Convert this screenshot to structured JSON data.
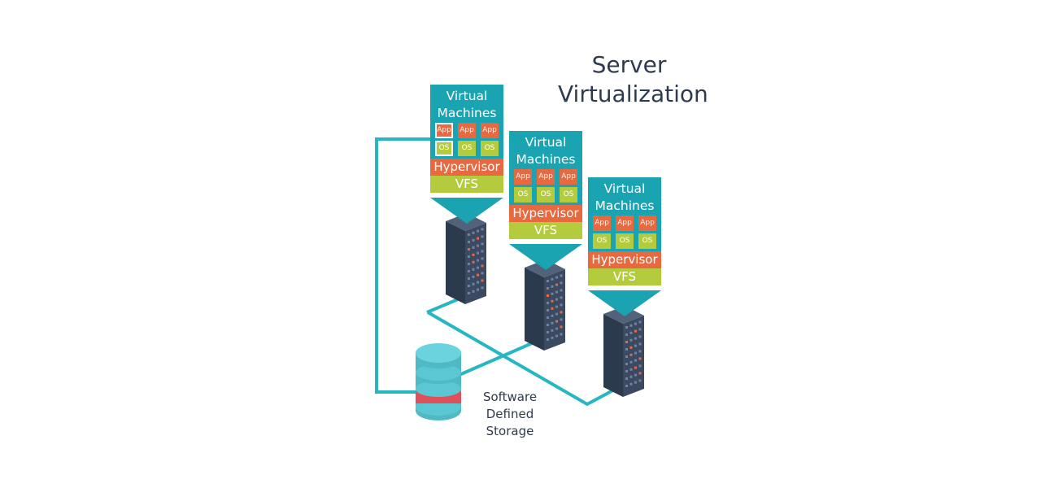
{
  "title": "Server\nVirtualization",
  "storage_label": "Software\nDefined\nStorage",
  "colors": {
    "teal": "#1aa3b1",
    "orange": "#e8683f",
    "lime": "#b5cb3e",
    "dark_blue": "#2e3b4e",
    "link": "#27b7c3",
    "disk": "#5ac7d2",
    "disk_band": "#e0505b"
  },
  "stacks": [
    {
      "heading": "Virtual\nMachines",
      "vms": [
        {
          "app": "App",
          "os": "OS"
        },
        {
          "app": "App",
          "os": "OS"
        },
        {
          "app": "App",
          "os": "OS"
        }
      ],
      "hypervisor": "Hypervisor",
      "vfs": "VFS"
    },
    {
      "heading": "Virtual\nMachines",
      "vms": [
        {
          "app": "App",
          "os": "OS"
        },
        {
          "app": "App",
          "os": "OS"
        },
        {
          "app": "App",
          "os": "OS"
        }
      ],
      "hypervisor": "Hypervisor",
      "vfs": "VFS"
    },
    {
      "heading": "Virtual\nMachines",
      "vms": [
        {
          "app": "App",
          "os": "OS"
        },
        {
          "app": "App",
          "os": "OS"
        },
        {
          "app": "App",
          "os": "OS"
        }
      ],
      "hypervisor": "Hypervisor",
      "vfs": "VFS"
    }
  ]
}
